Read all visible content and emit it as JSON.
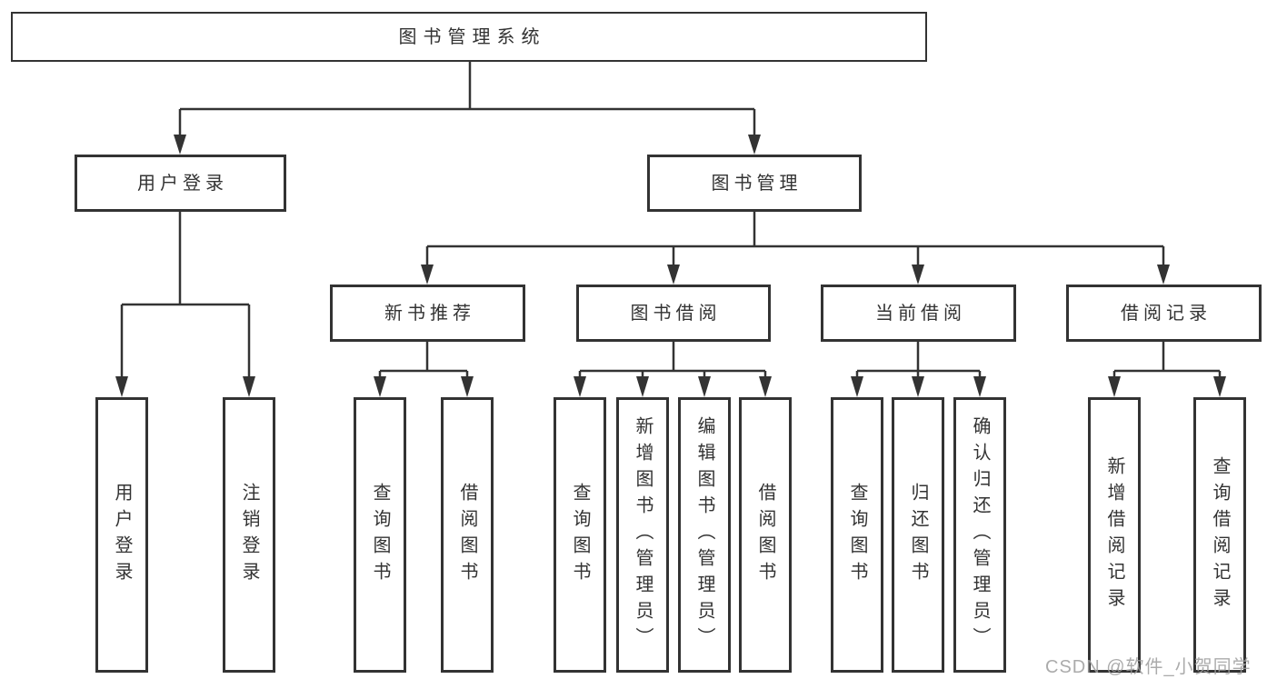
{
  "diagram": {
    "title": "图书管理系统",
    "root": {
      "label": "图书管理系统"
    },
    "level2": [
      {
        "label": "用户登录"
      },
      {
        "label": "图书管理"
      }
    ],
    "level3": [
      {
        "label": "新书推荐"
      },
      {
        "label": "图书借阅"
      },
      {
        "label": "当前借阅"
      },
      {
        "label": "借阅记录"
      }
    ],
    "leaves": {
      "user_login": [
        "用户登录",
        "注销登录"
      ],
      "new_book_recommend": [
        "查询图书",
        "借阅图书"
      ],
      "book_borrowing": [
        "查询图书",
        "新增图书（管理员）",
        "编辑图书（管理员）",
        "借阅图书"
      ],
      "current_borrowing": [
        "查询图书",
        "归还图书",
        "确认归还（管理员）"
      ],
      "borrowing_records": [
        "新增借阅记录",
        "查询借阅记录"
      ]
    }
  },
  "watermark": {
    "text": "CSDN @软件_小贺同学"
  },
  "colors": {
    "line": "#333333",
    "text": "#333333",
    "box_background": "#ffffff",
    "page_background": "#ffffff",
    "watermark": "#9d9d9d"
  }
}
